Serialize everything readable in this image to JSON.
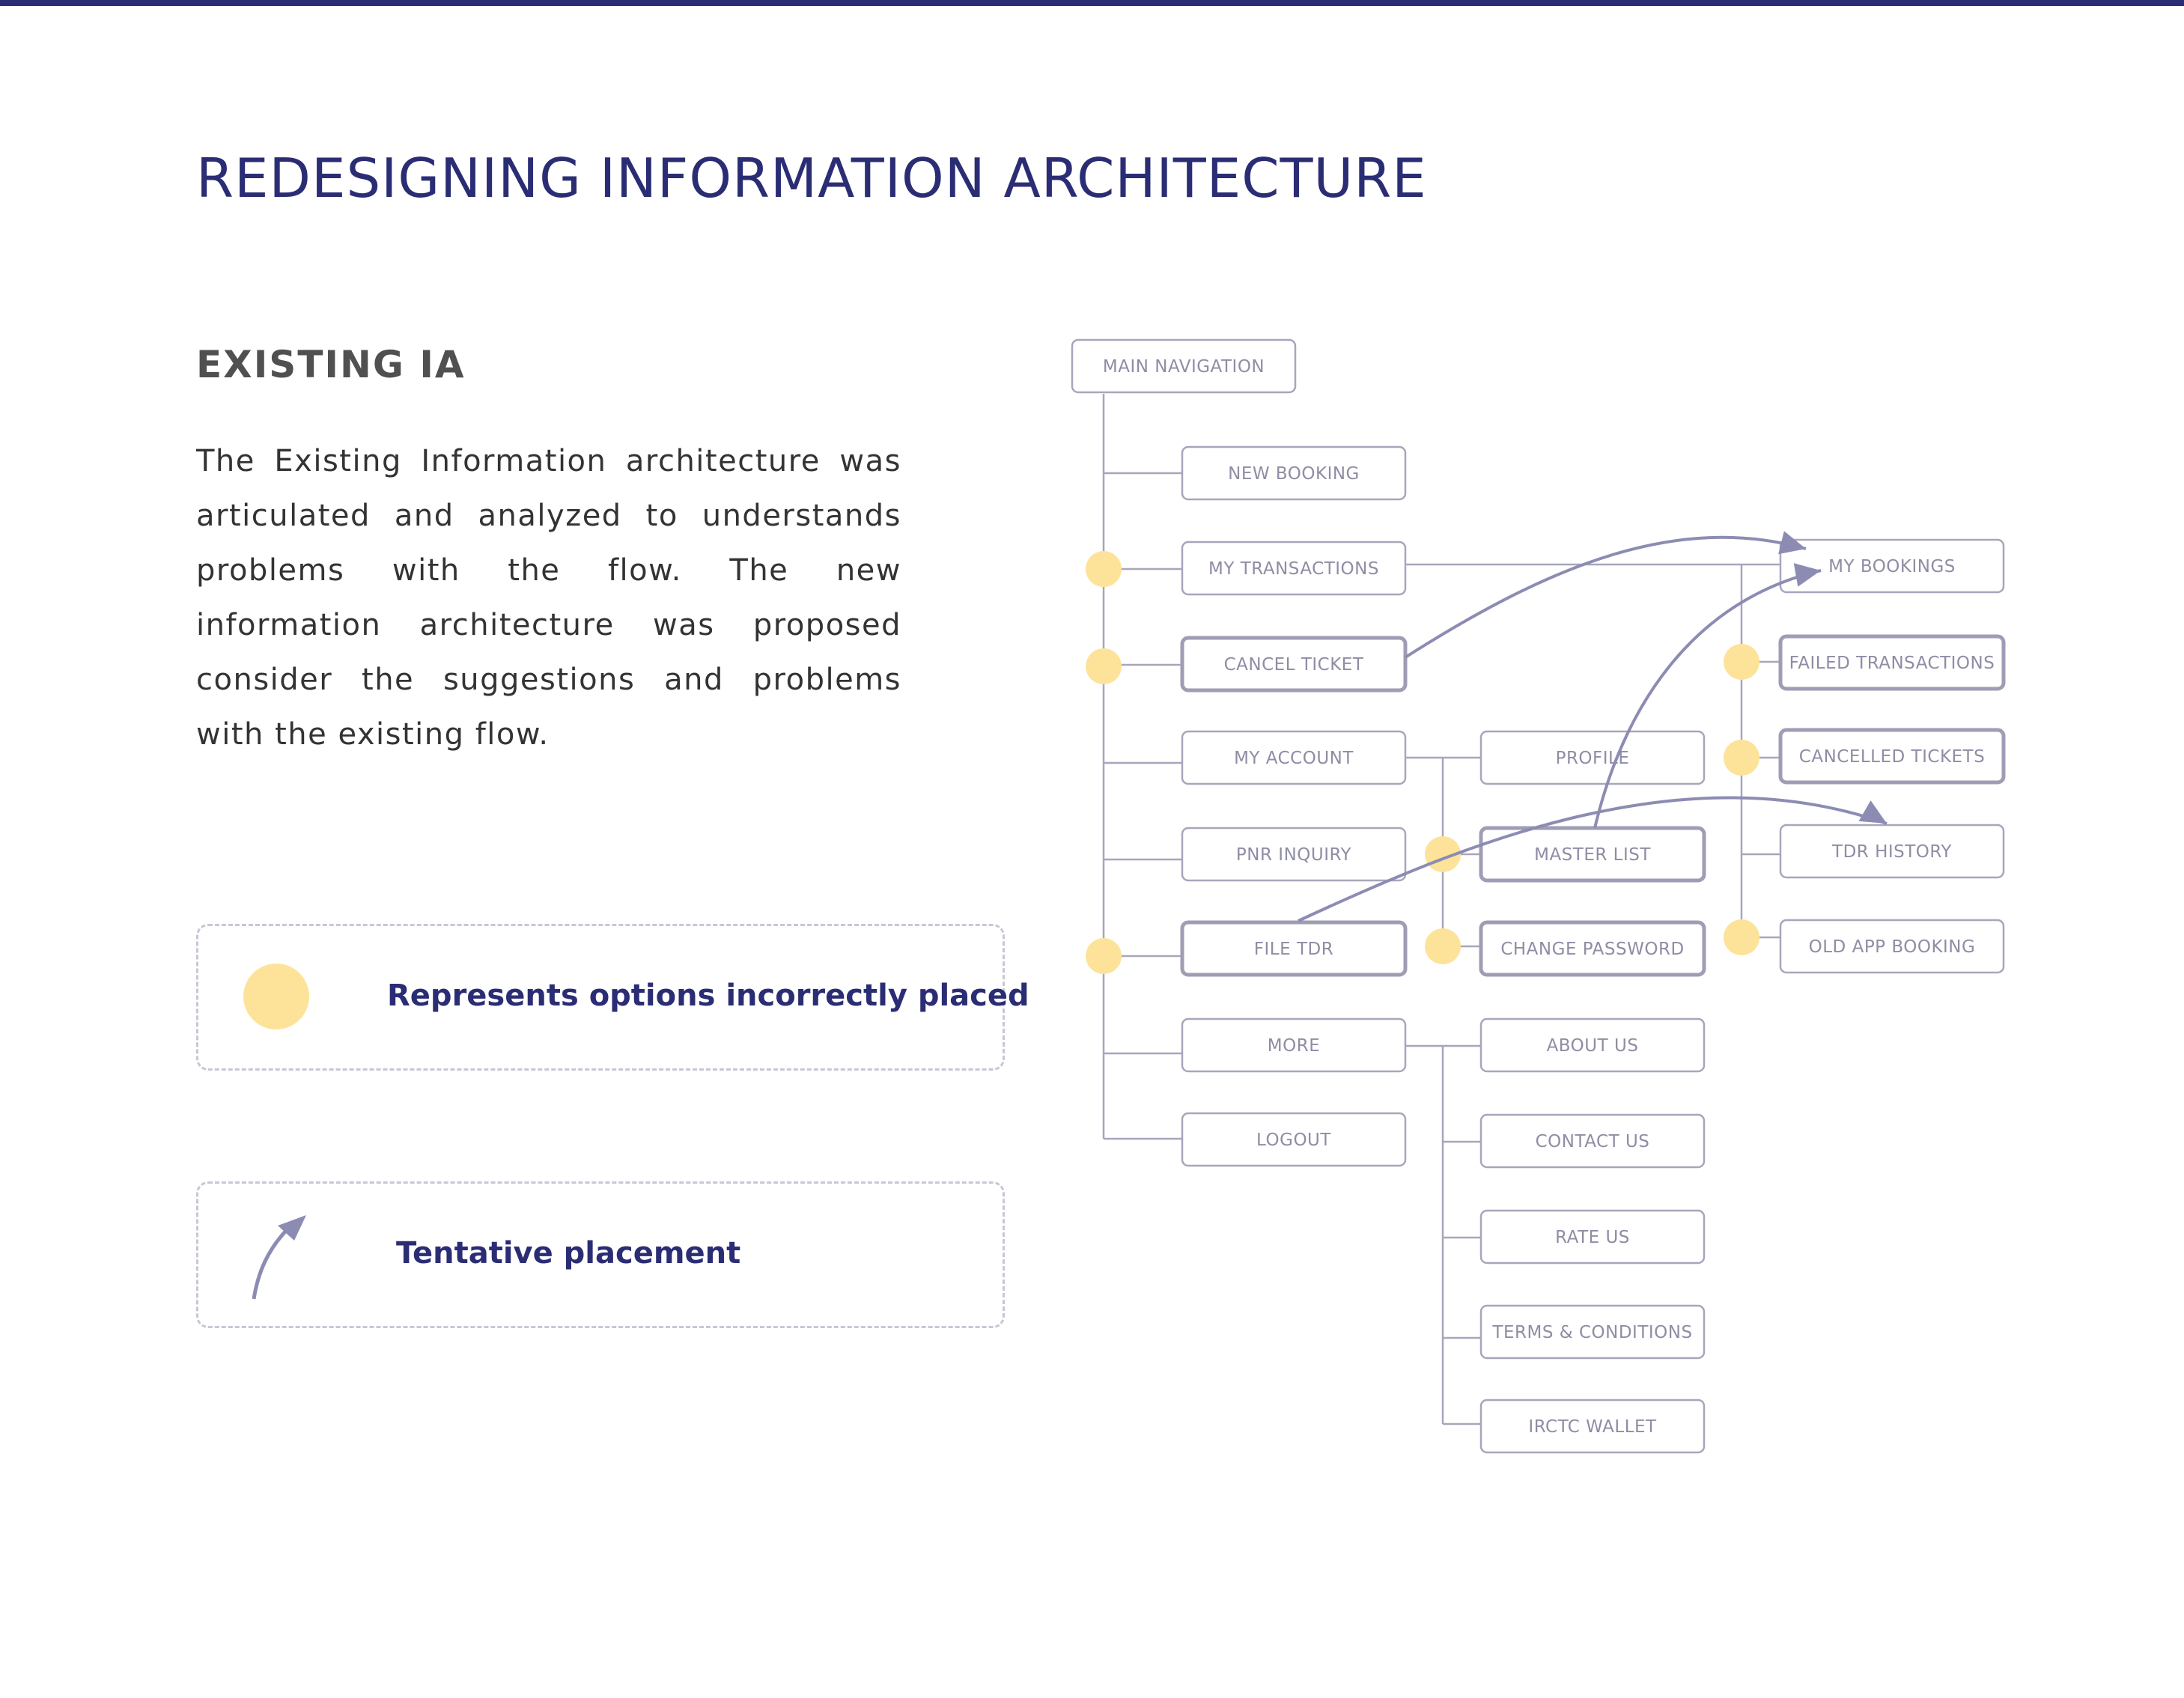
{
  "page": {
    "title": "REDESIGNING INFORMATION ARCHITECTURE",
    "subtitle": "EXISTING IA",
    "description": "The Existing Information architecture was articulated and analyzed to understands problems with the flow. The new information architecture was proposed consider the suggestions and problems with the existing flow."
  },
  "legend": {
    "incorrect_label": "Represents options incorrectly placed",
    "tentative_label": "Tentative placement"
  },
  "colors": {
    "primary": "#2b2d74",
    "node_border": "#a7a6bb",
    "node_text": "#8e8da4",
    "highlight": "#fde39a",
    "arrow": "#8c8cb3"
  },
  "diagram": {
    "nodes": [
      {
        "id": "main-navigation",
        "label": "MAIN NAVIGATION",
        "emphasis": false,
        "incorrect": false
      },
      {
        "id": "new-booking",
        "label": "NEW BOOKING",
        "emphasis": false,
        "incorrect": false
      },
      {
        "id": "my-transactions",
        "label": "MY TRANSACTIONS",
        "emphasis": false,
        "incorrect": true
      },
      {
        "id": "cancel-ticket",
        "label": "CANCEL TICKET",
        "emphasis": true,
        "incorrect": true
      },
      {
        "id": "my-account",
        "label": "MY ACCOUNT",
        "emphasis": false,
        "incorrect": false
      },
      {
        "id": "pnr-inquiry",
        "label": "PNR INQUIRY",
        "emphasis": false,
        "incorrect": false
      },
      {
        "id": "file-tdr",
        "label": "FILE TDR",
        "emphasis": true,
        "incorrect": true
      },
      {
        "id": "more",
        "label": "MORE",
        "emphasis": false,
        "incorrect": false
      },
      {
        "id": "logout",
        "label": "LOGOUT",
        "emphasis": false,
        "incorrect": false
      },
      {
        "id": "profile",
        "label": "PROFILE",
        "emphasis": false,
        "incorrect": false
      },
      {
        "id": "master-list",
        "label": "MASTER LIST",
        "emphasis": true,
        "incorrect": true
      },
      {
        "id": "change-password",
        "label": "CHANGE PASSWORD",
        "emphasis": true,
        "incorrect": true
      },
      {
        "id": "about-us",
        "label": "ABOUT US",
        "emphasis": false,
        "incorrect": false
      },
      {
        "id": "contact-us",
        "label": "CONTACT US",
        "emphasis": false,
        "incorrect": false
      },
      {
        "id": "rate-us",
        "label": "RATE US",
        "emphasis": false,
        "incorrect": false
      },
      {
        "id": "terms-conditions",
        "label": "TERMS & CONDITIONS",
        "emphasis": false,
        "incorrect": false
      },
      {
        "id": "irctc-wallet",
        "label": "IRCTC WALLET",
        "emphasis": false,
        "incorrect": false
      },
      {
        "id": "my-bookings",
        "label": "MY BOOKINGS",
        "emphasis": false,
        "incorrect": false
      },
      {
        "id": "failed-transactions",
        "label": "FAILED TRANSACTIONS",
        "emphasis": true,
        "incorrect": true
      },
      {
        "id": "cancelled-tickets",
        "label": "CANCELLED TICKETS",
        "emphasis": true,
        "incorrect": true
      },
      {
        "id": "tdr-history",
        "label": "TDR HISTORY",
        "emphasis": false,
        "incorrect": false
      },
      {
        "id": "old-app-booking",
        "label": "OLD APP BOOKING",
        "emphasis": false,
        "incorrect": true
      }
    ],
    "tentative_moves": [
      {
        "from": "cancel-ticket",
        "to": "my-bookings"
      },
      {
        "from": "master-list",
        "to": "my-bookings"
      },
      {
        "from": "file-tdr",
        "to": "tdr-history"
      }
    ]
  }
}
